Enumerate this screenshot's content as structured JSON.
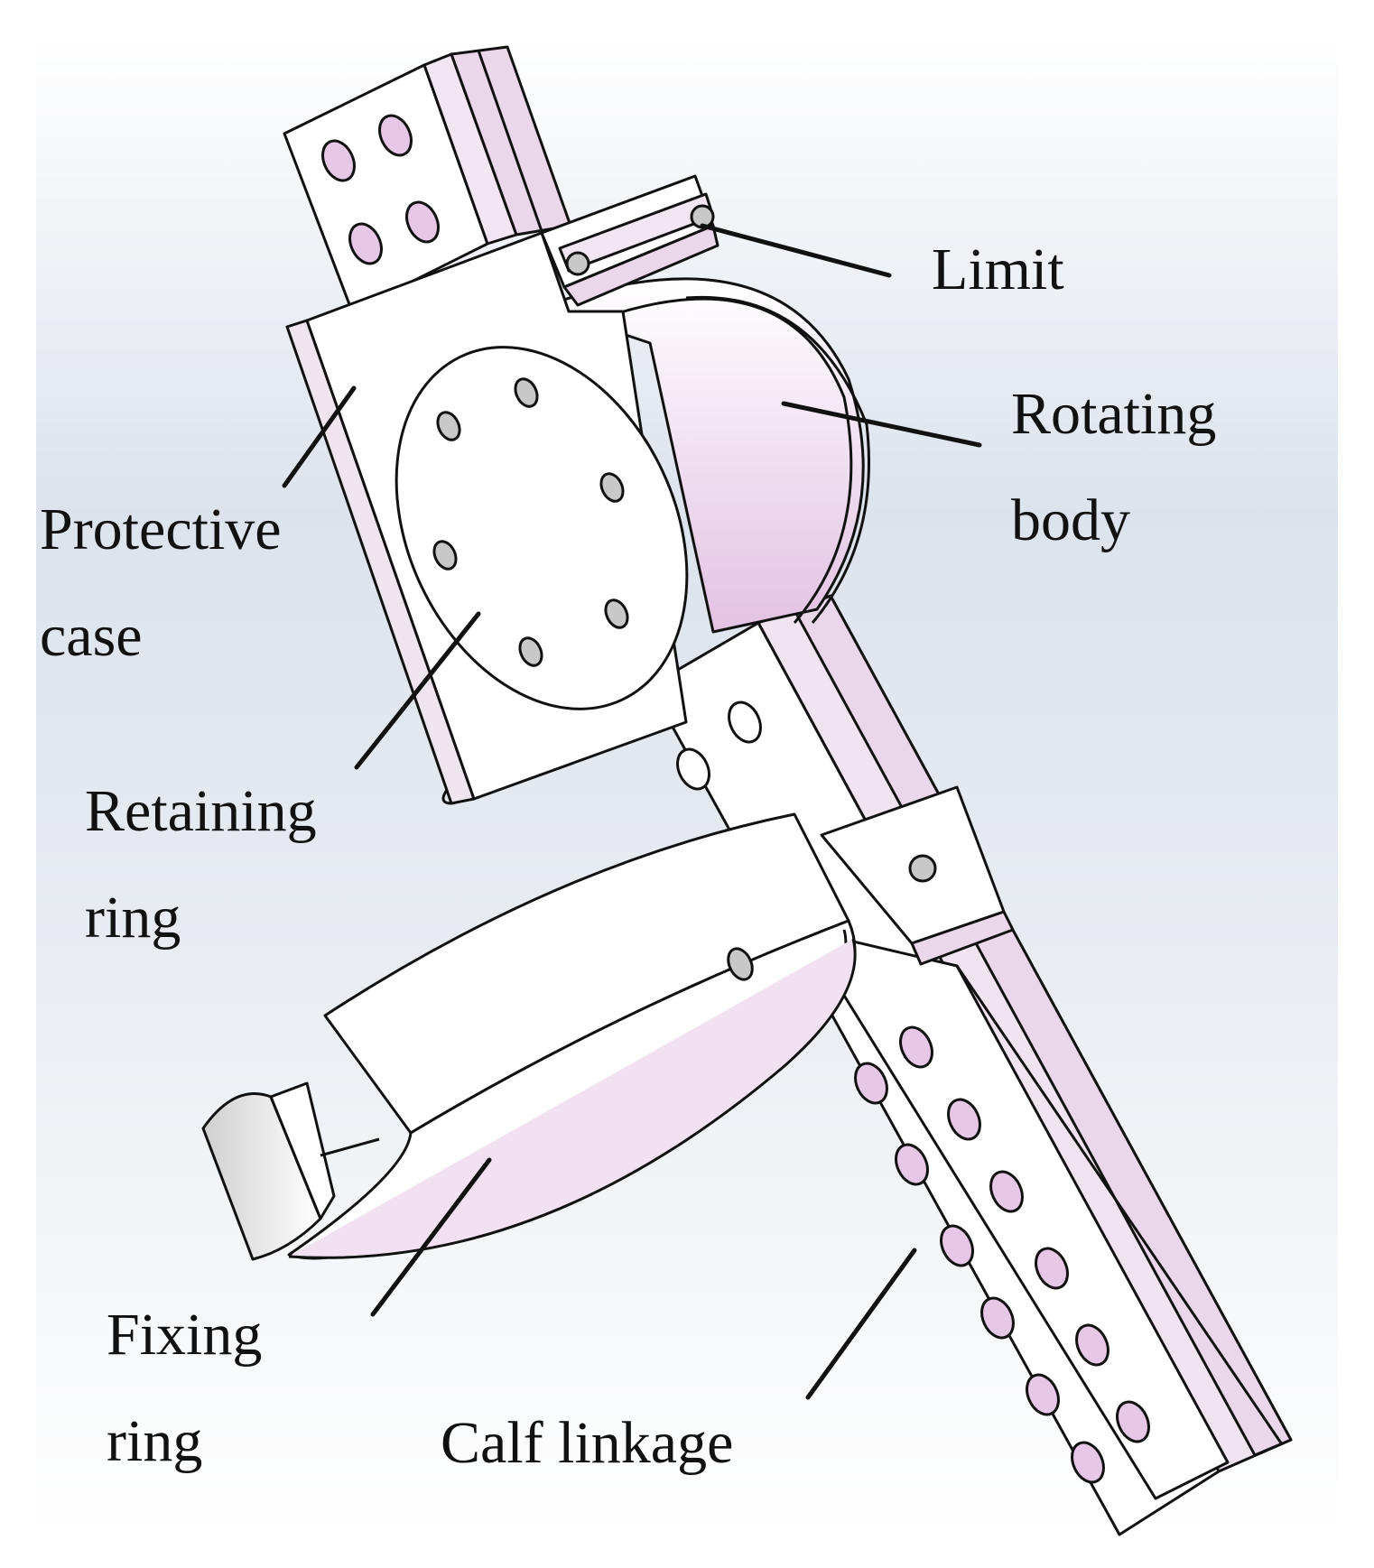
{
  "labels": {
    "limit": "Limit",
    "rotating_body_line1": "Rotating",
    "rotating_body_line2": "body",
    "protective_case_line1": "Protective",
    "protective_case_line2": "case",
    "retaining_ring_line1": "Retaining",
    "retaining_ring_line2": "ring",
    "fixing_ring_line1": "Fixing",
    "fixing_ring_line2": "ring",
    "calf_linkage": "Calf linkage"
  },
  "colors": {
    "outline": "#111111",
    "part_fill": "#ffffff",
    "shade": "#ead7ea",
    "hole": "#e6c8e6",
    "backdrop_top": "#ffffff",
    "backdrop_mid": "#d9e0ea"
  }
}
